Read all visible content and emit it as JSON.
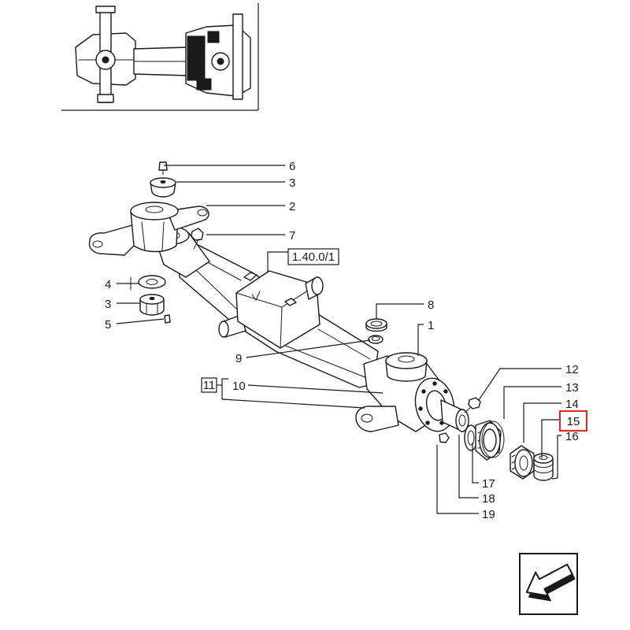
{
  "diagram": {
    "reference_link": "1.40.0/1",
    "group_label": "11",
    "highlight_color": "#e0262b",
    "callouts": [
      {
        "label": "6"
      },
      {
        "label": "3"
      },
      {
        "label": "2"
      },
      {
        "label": "7"
      },
      {
        "label": "4"
      },
      {
        "label": "3"
      },
      {
        "label": "5"
      },
      {
        "label": "8"
      },
      {
        "label": "1"
      },
      {
        "label": "9"
      },
      {
        "label": "10"
      },
      {
        "label": "12"
      },
      {
        "label": "13"
      },
      {
        "label": "14"
      },
      {
        "label": "15",
        "highlighted": true
      },
      {
        "label": "16"
      },
      {
        "label": "17"
      },
      {
        "label": "18"
      },
      {
        "label": "19"
      }
    ]
  },
  "navigation": {
    "back_button_icon": "arrow-down-left-icon"
  }
}
